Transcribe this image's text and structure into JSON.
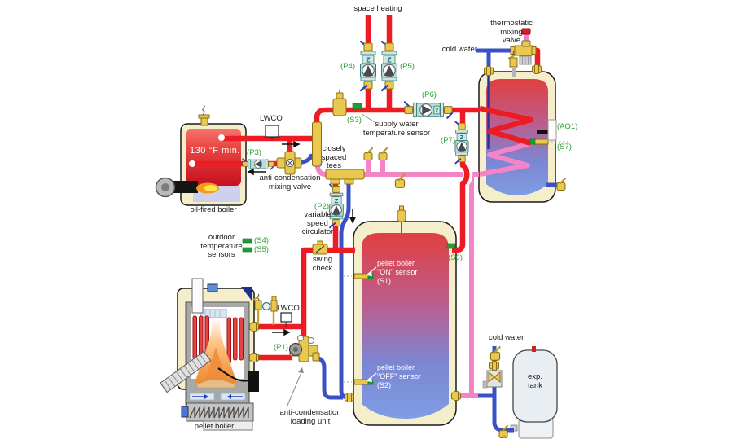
{
  "colors": {
    "pipe_hot": "#ec1c24",
    "pipe_warm": "#f584c6",
    "pipe_cold": "#3a50c4",
    "brass": "#e9c84f",
    "brass_dark": "#8a6d13",
    "tag_green": "#2aa134",
    "sensor_green": "#1f9e35",
    "tank_shell": "#f4eecb",
    "label_black": "#1a1a1a"
  },
  "labels": {
    "space_heating": "space heating",
    "cold_water_top": "cold water",
    "cold_water_bottom": "cold water",
    "thermostatic_mixing_valve": "thermostatic\nmixing\nvalve",
    "supply_water_sensor": "supply water\ntemperature sensor",
    "closely_spaced_tees": "closely\nspaced\ntees",
    "anti_condensation_mixing_valve": "anti-condensation\nmixing valve",
    "lwco_oil": "LWCO",
    "lwco_pellet": "LWCO",
    "boiler_min_temp": "130 °F min.",
    "oil_fired_boiler": "oil-fired boiler",
    "variable_speed_circulator": "variable\nspeed\ncirculator",
    "swing_check": "swing\ncheck",
    "outdoor_temperature_sensors": "outdoor\ntemperature\nsensors",
    "pellet_boiler": "pellet boiler",
    "anti_condensation_loading_unit": "anti-condensation\nloading unit",
    "exp_tank": "exp.\ntank",
    "pellet_on_sensor": "pellet boiler\n\"ON\" sensor\n(S1)",
    "pellet_off_sensor": "pellet boiler\n\"OFF\" sensor\n(S2)"
  },
  "tags": {
    "p1": "(P1)",
    "p2": "(P2)",
    "p3": "(P3)",
    "p4": "(P4)",
    "p5": "(P5)",
    "p6": "(P6)",
    "p7": "(P7)",
    "s3": "(S3)",
    "s4": "(S4)",
    "s5": "(S5)",
    "s6": "(S6)",
    "s7": "(S7)",
    "aq1": "(AQ1)"
  },
  "equipment": {
    "zone_valve_mark": "Z"
  }
}
